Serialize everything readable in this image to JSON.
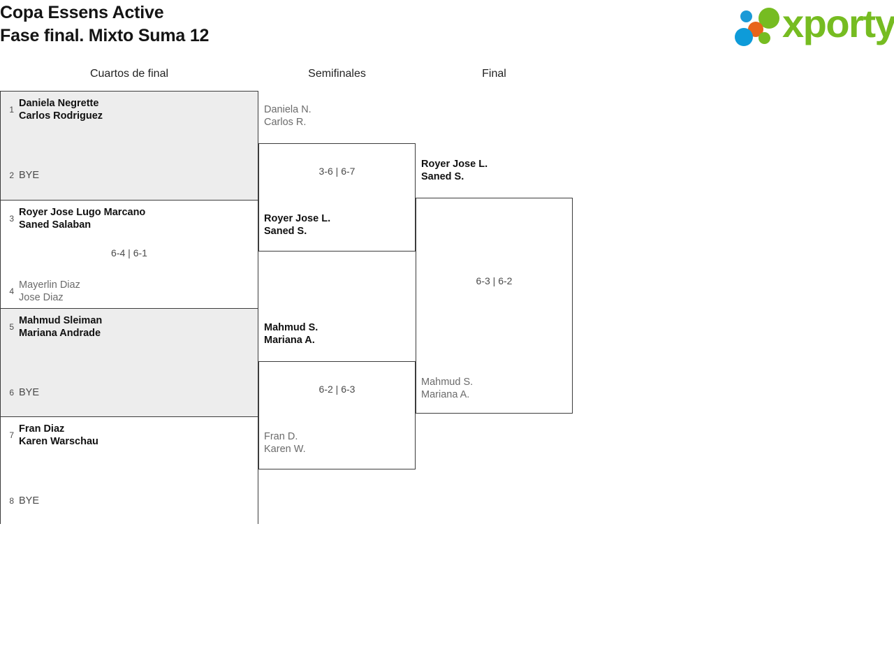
{
  "header": {
    "title_line1": "Copa Essens Active",
    "title_line2": "Fase final. Mixto Suma 12",
    "logo_text": "xporty",
    "logo_colors": {
      "green": "#76bc21",
      "blue": "#0e9bd9",
      "orange": "#e8651a"
    }
  },
  "rounds": {
    "quarterfinals_label": "Cuartos de final",
    "semifinals_label": "Semifinales",
    "final_label": "Final"
  },
  "bracket": {
    "quarterfinals": [
      {
        "top": {
          "seed": "1",
          "line1": "Daniela Negrette",
          "line2": "Carlos Rodriguez",
          "result": "winner"
        },
        "bottom": {
          "seed": "2",
          "line1": "BYE",
          "line2": "",
          "result": "bye"
        },
        "score": ""
      },
      {
        "top": {
          "seed": "3",
          "line1": "Royer Jose Lugo Marcano",
          "line2": "Saned Salaban",
          "result": "winner"
        },
        "bottom": {
          "seed": "4",
          "line1": "Mayerlin Diaz",
          "line2": "Jose Diaz",
          "result": "loser"
        },
        "score": "6-4 | 6-1"
      },
      {
        "top": {
          "seed": "5",
          "line1": "Mahmud Sleiman",
          "line2": "Mariana Andrade",
          "result": "winner"
        },
        "bottom": {
          "seed": "6",
          "line1": "BYE",
          "line2": "",
          "result": "bye"
        },
        "score": ""
      },
      {
        "top": {
          "seed": "7",
          "line1": "Fran Diaz",
          "line2": "Karen Warschau",
          "result": "winner"
        },
        "bottom": {
          "seed": "8",
          "line1": "BYE",
          "line2": "",
          "result": "bye"
        },
        "score": ""
      }
    ],
    "semifinals": [
      {
        "top": {
          "line1": "Daniela N.",
          "line2": "Carlos R.",
          "result": "loser"
        },
        "bottom": {
          "line1": "Royer Jose L.",
          "line2": "Saned S.",
          "result": "winner"
        },
        "score": "3-6 | 6-7"
      },
      {
        "top": {
          "line1": "Mahmud S.",
          "line2": "Mariana A.",
          "result": "winner"
        },
        "bottom": {
          "line1": "Fran D.",
          "line2": "Karen W.",
          "result": "loser"
        },
        "score": "6-2 | 6-3"
      }
    ],
    "final": {
      "top": {
        "line1": "Royer Jose L.",
        "line2": "Saned S.",
        "result": "winner"
      },
      "bottom": {
        "line1": "Mahmud S.",
        "line2": "Mariana A.",
        "result": "loser"
      },
      "score": "6-3 | 6-2"
    }
  }
}
